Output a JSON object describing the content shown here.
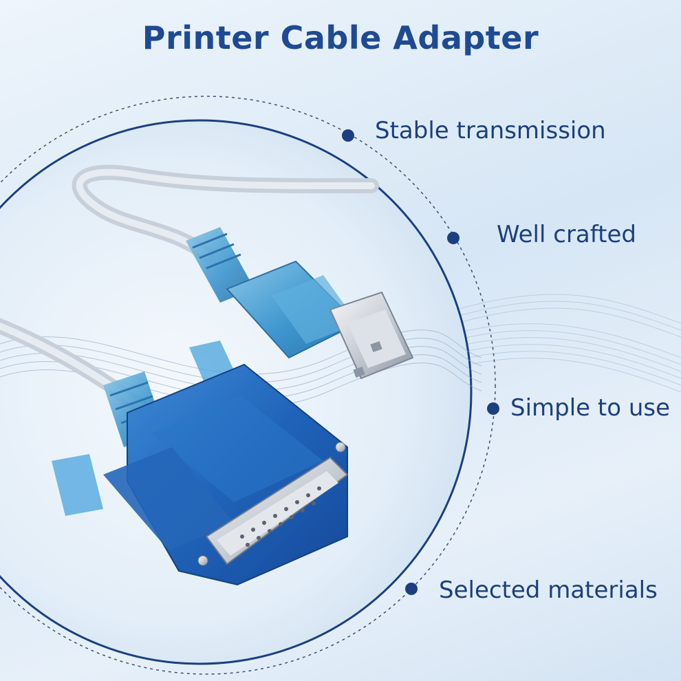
{
  "title": "Printer Cable Adapter",
  "features": [
    {
      "label": "Stable transmission"
    },
    {
      "label": "Well crafted"
    },
    {
      "label": "Simple to use"
    },
    {
      "label": "Selected materials"
    }
  ],
  "colors": {
    "title": "#1f4a93",
    "feature_text": "#1d3f7a",
    "dot": "#1b3f80",
    "circle_outline": "#1b3f80",
    "connector_blue": "#1d6fc4"
  },
  "image": {
    "subject": "usb-to-parallel-db25-adapter-cable"
  }
}
